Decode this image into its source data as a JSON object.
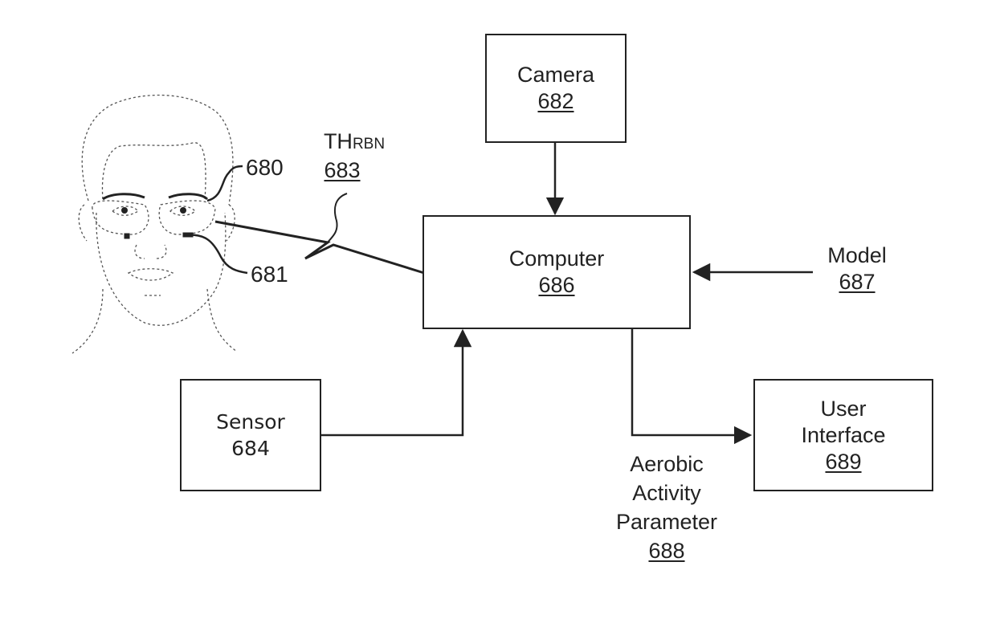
{
  "figure": {
    "camera": {
      "label": "Camera",
      "ref": "682"
    },
    "computer": {
      "label": "Computer",
      "ref": "686"
    },
    "model": {
      "label": "Model",
      "ref": "687"
    },
    "sensor": {
      "label": "Sensor",
      "ref": "684"
    },
    "user_interface": {
      "label_line1": "User",
      "label_line2": "Interface",
      "ref": "689"
    },
    "aerobic": {
      "line1": "Aerobic",
      "line2": "Activity",
      "line3": "Parameter",
      "ref": "688"
    },
    "thermal": {
      "main": "TH",
      "sub": "RBN",
      "ref": "683"
    },
    "glasses_ref": "680",
    "sensor_on_glasses_ref": "681"
  }
}
